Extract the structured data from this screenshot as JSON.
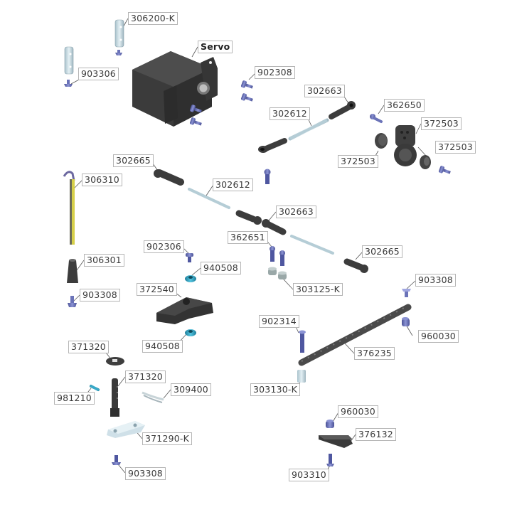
{
  "diagram": {
    "type": "exploded-parts-diagram",
    "colors": {
      "dark_part": "#3c3c3c",
      "steel_blue_screw": "#6b73b8",
      "light_aluminium": "#c8dde6",
      "cyan_spacer": "#3aa9c8",
      "yellow_sleeve": "#d6cf4a",
      "label_border": "#b5b5b5",
      "label_text": "#3a3a3a"
    },
    "labels": {
      "l_306200k": "306200-K",
      "l_903306": "903306",
      "l_servo": "Servo",
      "l_902308": "902308",
      "l_302663_top": "302663",
      "l_302612_top": "302612",
      "l_362650": "362650",
      "l_372503_a": "372503",
      "l_372503_b": "372503",
      "l_372503_c": "372503",
      "l_302665_left": "302665",
      "l_306310": "306310",
      "l_302612_mid": "302612",
      "l_302663_mid": "302663",
      "l_362651": "362651",
      "l_902306": "902306",
      "l_306301": "306301",
      "l_940508_top": "940508",
      "l_302665_right": "302665",
      "l_372540": "372540",
      "l_303125k": "303125-K",
      "l_903308_left": "903308",
      "l_903308_right": "903308",
      "l_902314": "902314",
      "l_960030_right": "960030",
      "l_940508_bottom": "940508",
      "l_376235": "376235",
      "l_371320_top": "371320",
      "l_371320_shaft": "371320",
      "l_303130k": "303130-K",
      "l_981210": "981210",
      "l_309400": "309400",
      "l_960030_bottom": "960030",
      "l_376132": "376132",
      "l_371290k": "371290-K",
      "l_903308_bottom": "903308",
      "l_903310": "903310"
    }
  }
}
